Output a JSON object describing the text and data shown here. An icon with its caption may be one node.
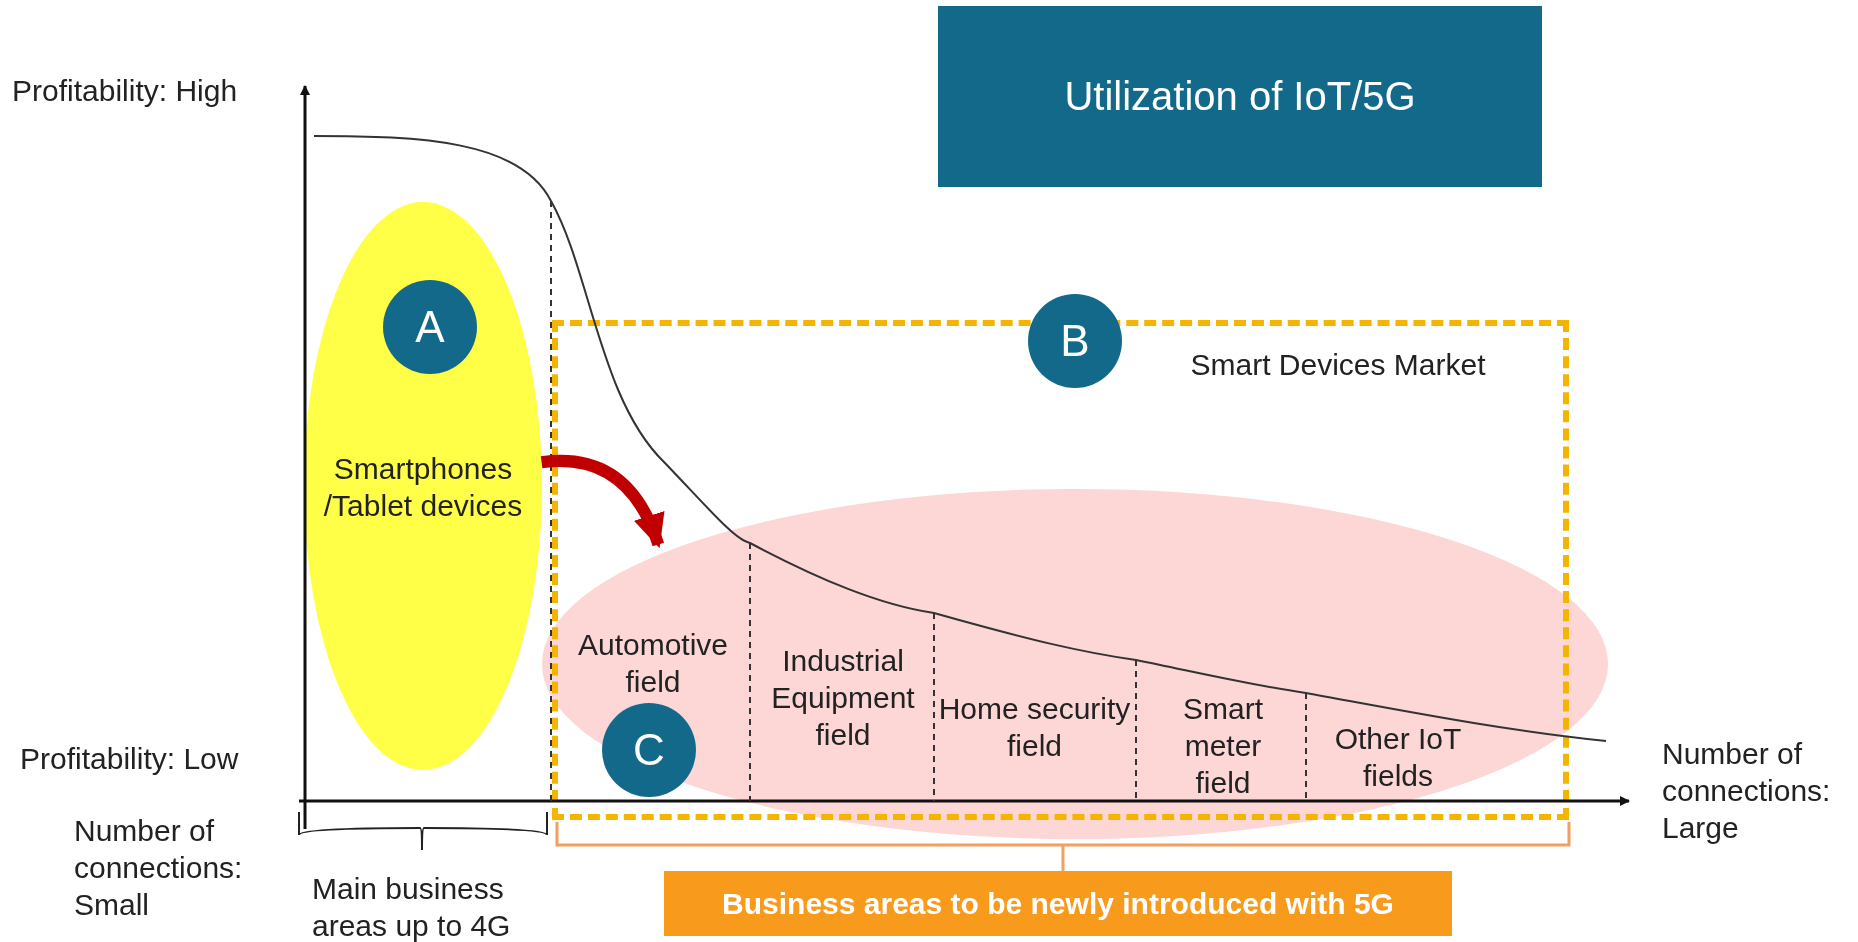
{
  "diagram": {
    "nodes": [
      {
        "text": [
          "Utilization of IoT/5G"
        ]
      },
      {
        "text": [
          "Smartphones /Tablet devices"
        ]
      },
      {
        "text": [
          "A"
        ],
        "in": 1
      },
      {
        "text": [
          "Smart Devices Market"
        ]
      },
      {
        "text": [
          "B"
        ],
        "in": 3
      },
      {
        "text": [],
        "shape": "ellipse"
      },
      {
        "text": [
          "Automotive field"
        ],
        "in": 5
      },
      {
        "text": [
          "Industrial Equipment field"
        ],
        "in": 5
      },
      {
        "text": [
          "Home security field"
        ],
        "in": 5
      },
      {
        "text": [
          "Smart meter field"
        ],
        "in": 5
      },
      {
        "text": [
          "Other IoT fields"
        ],
        "in": 5
      },
      {
        "text": [
          "C"
        ],
        "in": 5
      },
      {
        "text": [
          "Business areas to be newly introduced with 5G"
        ]
      }
    ],
    "edges": [
      {
        "from": 1,
        "to": 5,
        "arrow": "to",
        "color": "#c00000"
      }
    ],
    "labels": [
      "Profitability: High",
      "Profitability: Low",
      "Number of connections: Small",
      "Main business areas up to 4G",
      "Number of connections: Large"
    ]
  }
}
